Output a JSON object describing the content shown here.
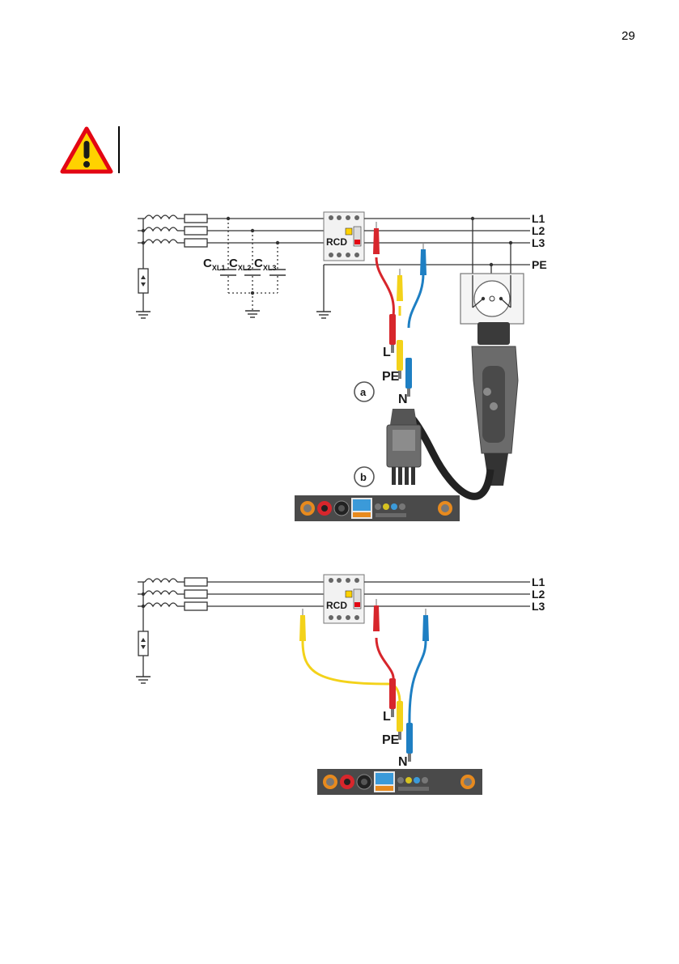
{
  "page": {
    "number": "29"
  },
  "warning": {
    "icon": "warning-triangle-icon",
    "color": "#e30613",
    "fill": "#ffd200"
  },
  "diagram_a": {
    "phases": [
      "L1",
      "L2",
      "L3"
    ],
    "pe_label": "PE",
    "rcd_label": "RCD",
    "capacitors": [
      {
        "c": "C",
        "sub": "XL1"
      },
      {
        "c": "C",
        "sub": "XL2"
      },
      {
        "c": "C",
        "sub": "XL3"
      }
    ],
    "leads": {
      "l": "L",
      "pe": "PE",
      "n": "N"
    },
    "callout_a": "a",
    "callout_b": "b"
  },
  "diagram_b": {
    "phases": [
      "L1",
      "L2",
      "L3"
    ],
    "rcd_label": "RCD",
    "leads": {
      "l": "L",
      "pe": "PE",
      "n": "N"
    }
  },
  "colors": {
    "lead_red": "#d7262c",
    "lead_yellow": "#f3d21a",
    "lead_blue": "#1e7fc3",
    "line": "#333333",
    "meter_panel": "#4a4a4a",
    "meter_socket": "#e78a1e"
  }
}
